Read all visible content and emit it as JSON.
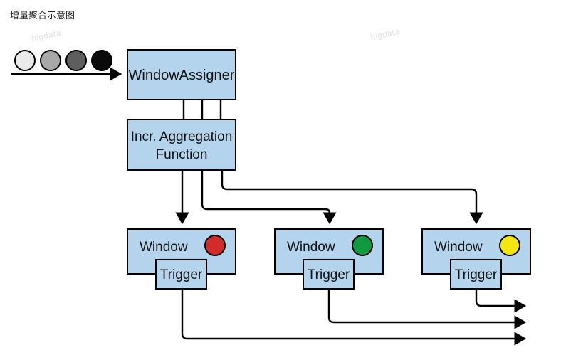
{
  "caption": "增量聚合示意图",
  "watermark": "higdata",
  "nodes": {
    "assigner": "WindowAssigner",
    "aggregation_line1": "Incr. Aggregation",
    "aggregation_line2": "Function",
    "windows": [
      {
        "label": "Window",
        "trigger": "Trigger",
        "indicator_color": "#d22b2b"
      },
      {
        "label": "Window",
        "trigger": "Trigger",
        "indicator_color": "#0f9a40"
      },
      {
        "label": "Window",
        "trigger": "Trigger",
        "indicator_color": "#f4e60f"
      }
    ]
  },
  "input_elements": [
    "#eaeaea",
    "#a8a8a8",
    "#5e5e5e",
    "#0a0a0a"
  ],
  "colors": {
    "box_fill": "#b3d4ec",
    "stroke": "#000000"
  }
}
